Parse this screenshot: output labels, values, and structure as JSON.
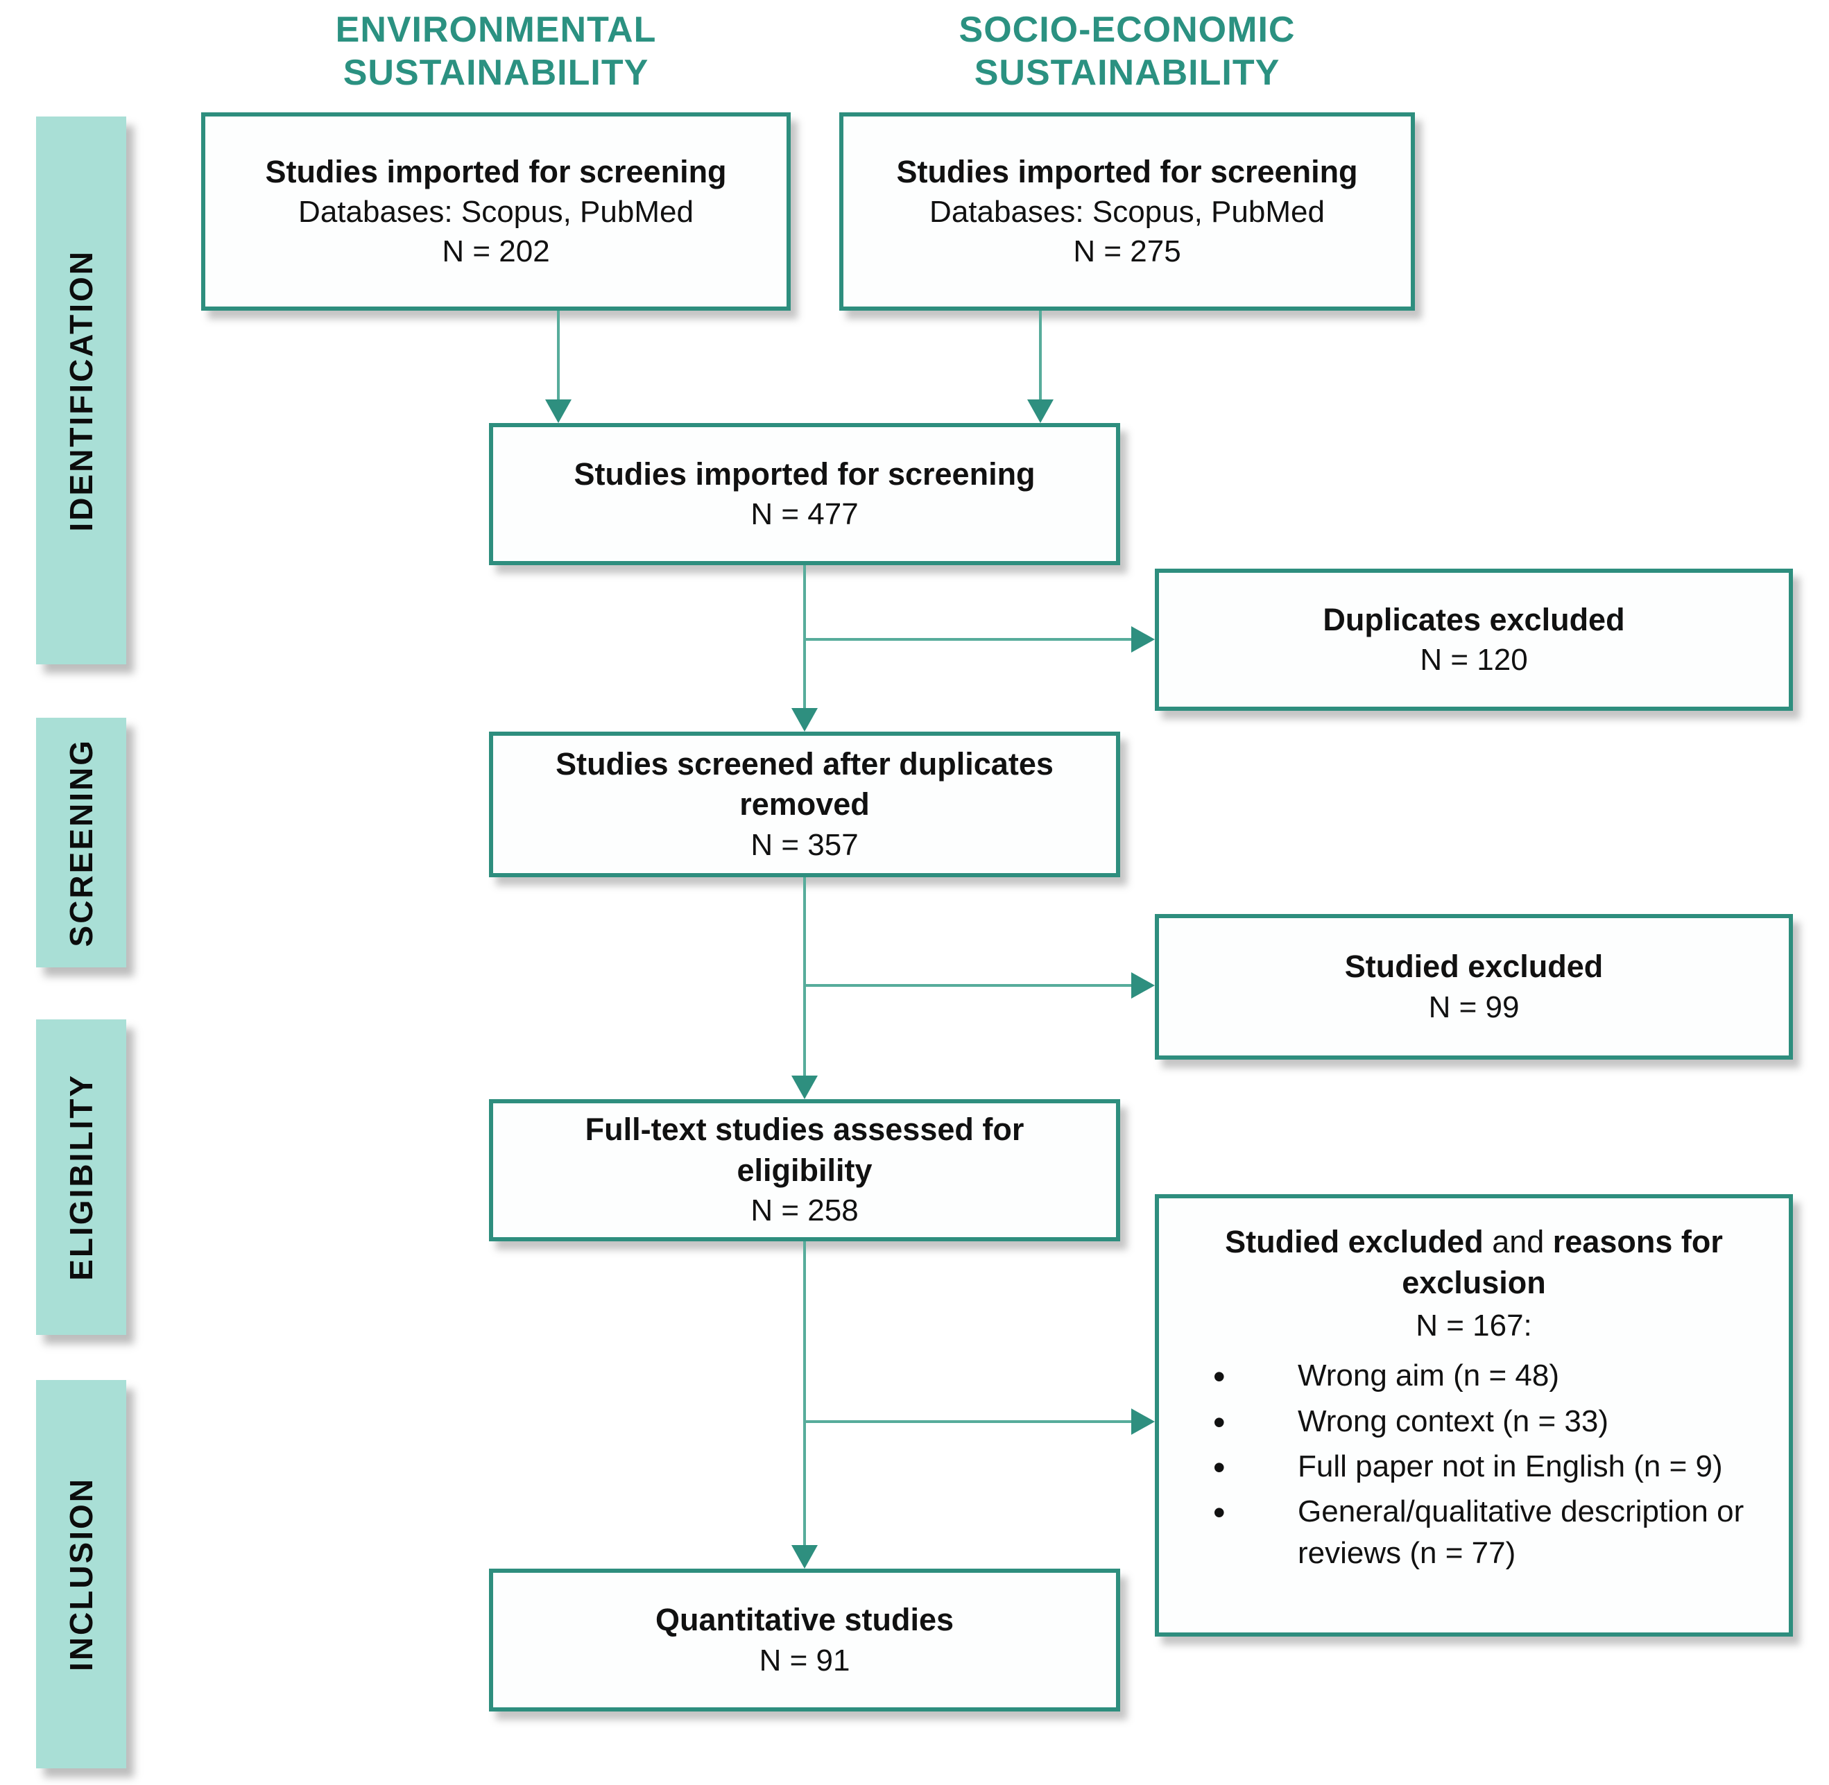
{
  "palette": {
    "box_border_teal": "#2E8E7E",
    "header_text_teal": "#2B9181",
    "connector_line_teal": "#57AC9B",
    "arrowhead_teal": "#2E8F7F",
    "stage_fill_mint": "#A9DFD6",
    "text_color": "#111111"
  },
  "column_headers": {
    "environmental": "ENVIRONMENTAL SUSTAINABILITY",
    "socio_economic": "SOCIO-ECONOMIC SUSTAINABILITY"
  },
  "stages": {
    "identification": "IDENTIFICATION",
    "screening": "SCREENING",
    "eligibility": "ELIGIBILITY",
    "inclusion": "INCLUSION"
  },
  "boxes": {
    "env_import": {
      "title": "Studies imported for screening",
      "databases": "Databases: Scopus, PubMed",
      "n": "N = 202"
    },
    "socio_import": {
      "title": "Studies imported for screening",
      "databases": "Databases: Scopus, PubMed",
      "n": "N = 275"
    },
    "merged_import": {
      "title": "Studies imported for screening",
      "n": "N = 477"
    },
    "duplicates_excluded": {
      "title": "Duplicates excluded",
      "n": "N = 120"
    },
    "screened": {
      "title": "Studies screened after duplicates removed",
      "n": "N = 357"
    },
    "studies_excluded": {
      "title": "Studied excluded",
      "n": "N = 99"
    },
    "full_text": {
      "title": "Full-text studies assessed for eligibility",
      "n": "N = 258"
    },
    "exclusion_reasons": {
      "title_bold_1": "Studied excluded",
      "title_connector": " and ",
      "title_bold_2": "reasons for exclusion",
      "n": "N = 167:",
      "bullets": [
        "Wrong aim (n = 48)",
        "Wrong context (n = 33)",
        "Full paper not in English (n = 9)",
        "General/qualitative description or reviews (n = 77)"
      ]
    },
    "quantitative": {
      "title": "Quantitative studies",
      "n": "N = 91"
    }
  }
}
